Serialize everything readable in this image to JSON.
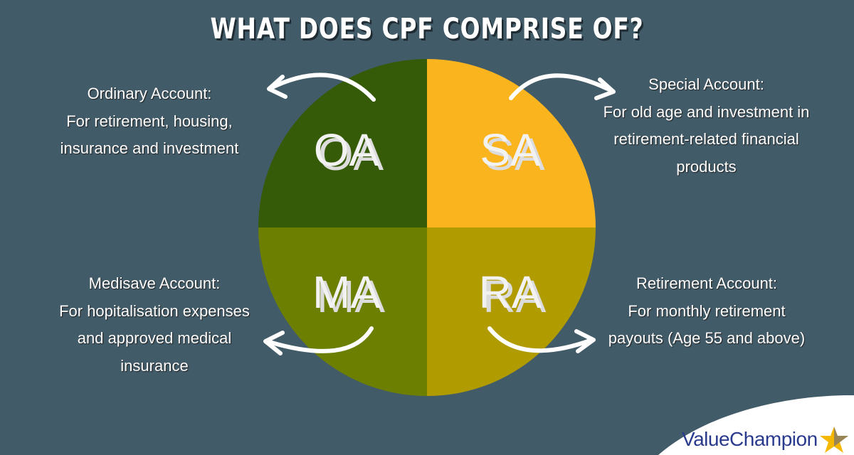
{
  "title": "WHAT DOES CPF COMPRISE OF?",
  "quadrants": [
    {
      "id": "oa",
      "label": "OA",
      "color": "#355b08"
    },
    {
      "id": "sa",
      "label": "SA",
      "color": "#fab41e"
    },
    {
      "id": "ma",
      "label": "MA",
      "color": "#6c7f00"
    },
    {
      "id": "ra",
      "label": "RA",
      "color": "#b09b00"
    }
  ],
  "descriptions": {
    "oa": [
      "Ordinary Account:",
      "For retirement, housing,",
      "insurance and investment"
    ],
    "sa": [
      "Special Account:",
      "For old age and investment in",
      "retirement-related financial",
      "products"
    ],
    "ma": [
      "Medisave Account:",
      "For hopitalisation expenses",
      "and approved medical",
      "insurance"
    ],
    "ra": [
      "Retirement Account:",
      "For monthly retirement",
      "payouts (Age 55 and above)"
    ]
  },
  "brand": {
    "name": "ValueChampion",
    "text_color": "#2a3a8c",
    "star_color": "#f5b800"
  },
  "colors": {
    "background": "#425b68",
    "arrow": "#ffffff",
    "label_text": "#f2f2f2"
  }
}
